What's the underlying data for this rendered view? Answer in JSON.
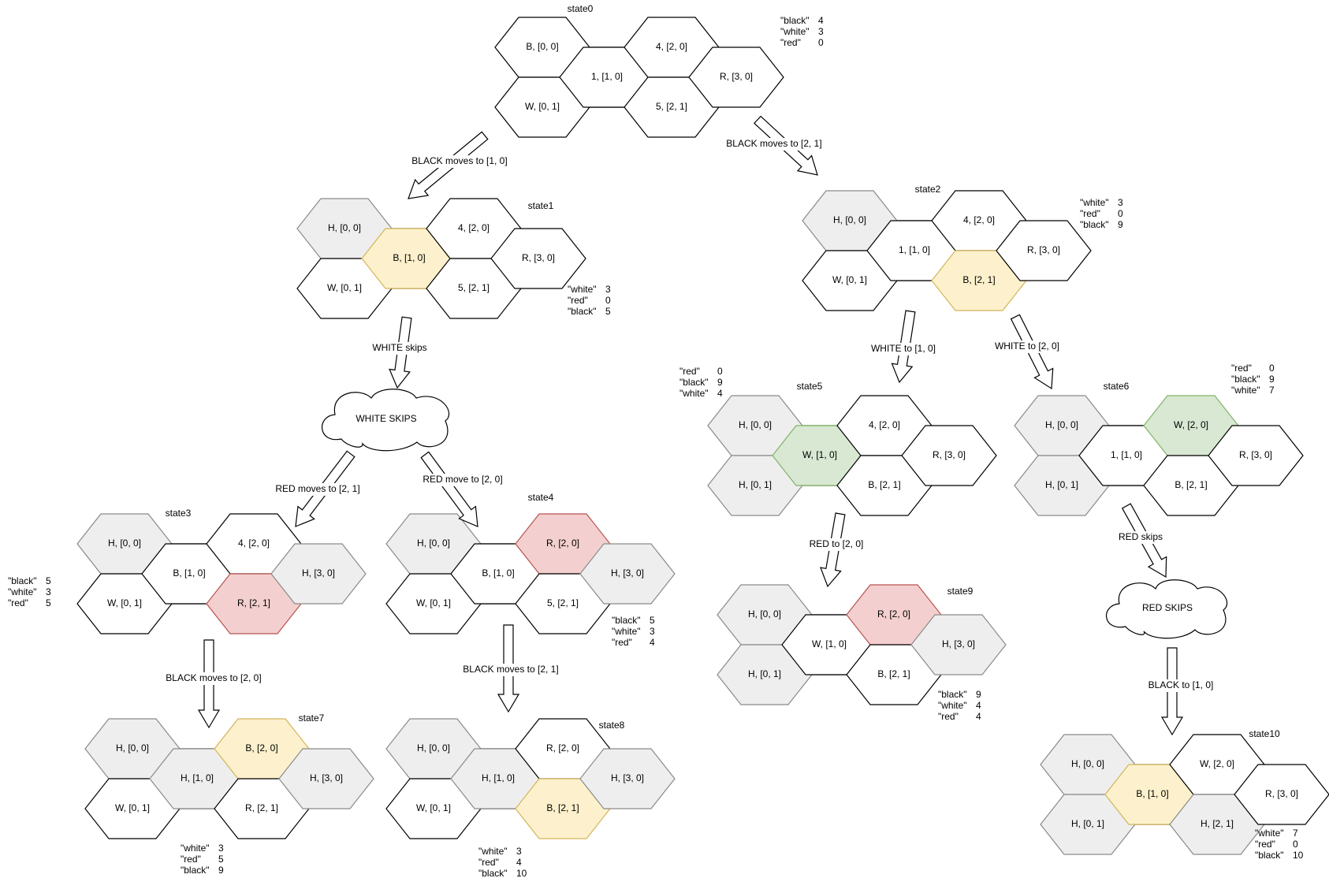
{
  "states": [
    {
      "id": "state0",
      "title": "state0",
      "hexes": [
        {
          "col": 0,
          "row": 0,
          "text": "B, [0, 0]",
          "color": "none"
        },
        {
          "col": 0,
          "row": 1,
          "text": "W, [0, 1]",
          "color": "none"
        },
        {
          "col": 1,
          "row": 0,
          "text": "1, [1, 0]",
          "color": "none"
        },
        {
          "col": 2,
          "row": 0,
          "text": "4, [2, 0]",
          "color": "none"
        },
        {
          "col": 2,
          "row": 1,
          "text": "5, [2, 1]",
          "color": "none"
        },
        {
          "col": 3,
          "row": 0,
          "text": "R, [3, 0]",
          "color": "none"
        }
      ],
      "scores": [
        {
          "key": "\"black\"",
          "val": "4"
        },
        {
          "key": "\"white\"",
          "val": "3"
        },
        {
          "key": "\"red\"",
          "val": "0"
        }
      ]
    },
    {
      "id": "state1",
      "title": "state1",
      "hexes": [
        {
          "col": 0,
          "row": 0,
          "text": "H, [0, 0]",
          "color": "gray"
        },
        {
          "col": 0,
          "row": 1,
          "text": "W, [0, 1]",
          "color": "none"
        },
        {
          "col": 1,
          "row": 0,
          "text": "B, [1, 0]",
          "color": "yellow"
        },
        {
          "col": 2,
          "row": 0,
          "text": "4, [2, 0]",
          "color": "none"
        },
        {
          "col": 2,
          "row": 1,
          "text": "5, [2, 1]",
          "color": "none"
        },
        {
          "col": 3,
          "row": 0,
          "text": "R, [3, 0]",
          "color": "none"
        }
      ],
      "scores": [
        {
          "key": "\"white\"",
          "val": "3"
        },
        {
          "key": "\"red\"",
          "val": "0"
        },
        {
          "key": "\"black\"",
          "val": "5"
        }
      ]
    },
    {
      "id": "state2",
      "title": "state2",
      "hexes": [
        {
          "col": 0,
          "row": 0,
          "text": "H, [0, 0]",
          "color": "gray"
        },
        {
          "col": 0,
          "row": 1,
          "text": "W, [0, 1]",
          "color": "none"
        },
        {
          "col": 1,
          "row": 0,
          "text": "1, [1, 0]",
          "color": "none"
        },
        {
          "col": 2,
          "row": 0,
          "text": "4, [2, 0]",
          "color": "none"
        },
        {
          "col": 2,
          "row": 1,
          "text": "B, [2, 1]",
          "color": "yellow"
        },
        {
          "col": 3,
          "row": 0,
          "text": "R, [3, 0]",
          "color": "none"
        }
      ],
      "scores": [
        {
          "key": "\"white\"",
          "val": "3"
        },
        {
          "key": "\"red\"",
          "val": "0"
        },
        {
          "key": "\"black\"",
          "val": "9"
        }
      ]
    },
    {
      "id": "state3",
      "title": "state3",
      "hexes": [
        {
          "col": 0,
          "row": 0,
          "text": "H, [0, 0]",
          "color": "gray"
        },
        {
          "col": 0,
          "row": 1,
          "text": "W, [0, 1]",
          "color": "none"
        },
        {
          "col": 1,
          "row": 0,
          "text": "B, [1, 0]",
          "color": "none"
        },
        {
          "col": 2,
          "row": 0,
          "text": "4, [2, 0]",
          "color": "none"
        },
        {
          "col": 2,
          "row": 1,
          "text": "R, [2, 1]",
          "color": "red"
        },
        {
          "col": 3,
          "row": 0,
          "text": "H, [3, 0]",
          "color": "gray"
        }
      ],
      "scores": [
        {
          "key": "\"black\"",
          "val": "5"
        },
        {
          "key": "\"white\"",
          "val": "3"
        },
        {
          "key": "\"red\"",
          "val": "5"
        }
      ]
    },
    {
      "id": "state4",
      "title": "state4",
      "hexes": [
        {
          "col": 0,
          "row": 0,
          "text": "H, [0, 0]",
          "color": "gray"
        },
        {
          "col": 0,
          "row": 1,
          "text": "W, [0, 1]",
          "color": "none"
        },
        {
          "col": 1,
          "row": 0,
          "text": "B, [1, 0]",
          "color": "none"
        },
        {
          "col": 2,
          "row": 0,
          "text": "R, [2, 0]",
          "color": "red"
        },
        {
          "col": 2,
          "row": 1,
          "text": "5, [2, 1]",
          "color": "none"
        },
        {
          "col": 3,
          "row": 0,
          "text": "H, [3, 0]",
          "color": "gray"
        }
      ],
      "scores": [
        {
          "key": "\"black\"",
          "val": "5"
        },
        {
          "key": "\"white\"",
          "val": "3"
        },
        {
          "key": "\"red\"",
          "val": "4"
        }
      ]
    },
    {
      "id": "state5",
      "title": "state5",
      "hexes": [
        {
          "col": 0,
          "row": 0,
          "text": "H, [0, 0]",
          "color": "gray"
        },
        {
          "col": 0,
          "row": 1,
          "text": "H, [0, 1]",
          "color": "gray"
        },
        {
          "col": 1,
          "row": 0,
          "text": "W, [1, 0]",
          "color": "green"
        },
        {
          "col": 2,
          "row": 0,
          "text": "4, [2, 0]",
          "color": "none"
        },
        {
          "col": 2,
          "row": 1,
          "text": "B, [2, 1]",
          "color": "none"
        },
        {
          "col": 3,
          "row": 0,
          "text": "R, [3, 0]",
          "color": "none"
        }
      ],
      "scores": [
        {
          "key": "\"red\"",
          "val": "0"
        },
        {
          "key": "\"black\"",
          "val": "9"
        },
        {
          "key": "\"white\"",
          "val": "4"
        }
      ]
    },
    {
      "id": "state6",
      "title": "state6",
      "hexes": [
        {
          "col": 0,
          "row": 0,
          "text": "H, [0, 0]",
          "color": "gray"
        },
        {
          "col": 0,
          "row": 1,
          "text": "H, [0, 1]",
          "color": "gray"
        },
        {
          "col": 1,
          "row": 0,
          "text": "1, [1, 0]",
          "color": "none"
        },
        {
          "col": 2,
          "row": 0,
          "text": "W, [2, 0]",
          "color": "green"
        },
        {
          "col": 2,
          "row": 1,
          "text": "B, [2, 1]",
          "color": "none"
        },
        {
          "col": 3,
          "row": 0,
          "text": "R, [3, 0]",
          "color": "none"
        }
      ],
      "scores": [
        {
          "key": "\"red\"",
          "val": "0"
        },
        {
          "key": "\"black\"",
          "val": "9"
        },
        {
          "key": "\"white\"",
          "val": "7"
        }
      ]
    },
    {
      "id": "state7",
      "title": "state7",
      "hexes": [
        {
          "col": 0,
          "row": 0,
          "text": "H, [0, 0]",
          "color": "gray"
        },
        {
          "col": 0,
          "row": 1,
          "text": "W, [0, 1]",
          "color": "none"
        },
        {
          "col": 1,
          "row": 0,
          "text": "H, [1, 0]",
          "color": "gray"
        },
        {
          "col": 2,
          "row": 0,
          "text": "B, [2, 0]",
          "color": "yellow"
        },
        {
          "col": 2,
          "row": 1,
          "text": "R, [2, 1]",
          "color": "none"
        },
        {
          "col": 3,
          "row": 0,
          "text": "H, [3, 0]",
          "color": "gray"
        }
      ],
      "scores": [
        {
          "key": "\"white\"",
          "val": "3"
        },
        {
          "key": "\"red\"",
          "val": "5"
        },
        {
          "key": "\"black\"",
          "val": "9"
        }
      ]
    },
    {
      "id": "state8",
      "title": "state8",
      "hexes": [
        {
          "col": 0,
          "row": 0,
          "text": "H, [0, 0]",
          "color": "gray"
        },
        {
          "col": 0,
          "row": 1,
          "text": "W, [0, 1]",
          "color": "none"
        },
        {
          "col": 1,
          "row": 0,
          "text": "H, [1, 0]",
          "color": "gray"
        },
        {
          "col": 2,
          "row": 0,
          "text": "R, [2, 0]",
          "color": "none"
        },
        {
          "col": 2,
          "row": 1,
          "text": "B, [2, 1]",
          "color": "yellow"
        },
        {
          "col": 3,
          "row": 0,
          "text": "H, [3, 0]",
          "color": "gray"
        }
      ],
      "scores": [
        {
          "key": "\"white\"",
          "val": "3"
        },
        {
          "key": "\"red\"",
          "val": "4"
        },
        {
          "key": "\"black\"",
          "val": "10"
        }
      ]
    },
    {
      "id": "state9",
      "title": "state9",
      "hexes": [
        {
          "col": 0,
          "row": 0,
          "text": "H, [0, 0]",
          "color": "gray"
        },
        {
          "col": 0,
          "row": 1,
          "text": "H, [0, 1]",
          "color": "gray"
        },
        {
          "col": 1,
          "row": 0,
          "text": "W, [1, 0]",
          "color": "none"
        },
        {
          "col": 2,
          "row": 0,
          "text": "R, [2, 0]",
          "color": "red"
        },
        {
          "col": 2,
          "row": 1,
          "text": "B, [2, 1]",
          "color": "none"
        },
        {
          "col": 3,
          "row": 0,
          "text": "H, [3, 0]",
          "color": "gray"
        }
      ],
      "scores": [
        {
          "key": "\"black\"",
          "val": "9"
        },
        {
          "key": "\"white\"",
          "val": "4"
        },
        {
          "key": "\"red\"",
          "val": "4"
        }
      ]
    },
    {
      "id": "state10",
      "title": "state10",
      "hexes": [
        {
          "col": 0,
          "row": 0,
          "text": "H, [0, 0]",
          "color": "gray"
        },
        {
          "col": 0,
          "row": 1,
          "text": "H, [0, 1]",
          "color": "gray"
        },
        {
          "col": 1,
          "row": 0,
          "text": "B, [1, 0]",
          "color": "yellow"
        },
        {
          "col": 2,
          "row": 0,
          "text": "W, [2, 0]",
          "color": "none"
        },
        {
          "col": 2,
          "row": 1,
          "text": "H, [2, 1]",
          "color": "gray"
        },
        {
          "col": 3,
          "row": 0,
          "text": "R, [3, 0]",
          "color": "none"
        }
      ],
      "scores": [
        {
          "key": "\"white\"",
          "val": "7"
        },
        {
          "key": "\"red\"",
          "val": "0"
        },
        {
          "key": "\"black\"",
          "val": "10"
        }
      ]
    }
  ],
  "transitions": [
    {
      "id": "t0-1",
      "label": "BLACK moves to [1, 0]"
    },
    {
      "id": "t0-2",
      "label": "BLACK moves to [2, 1]"
    },
    {
      "id": "t1-skip",
      "label": "WHITE skips"
    },
    {
      "id": "t2-5",
      "label": "WHITE to [1, 0]"
    },
    {
      "id": "t2-6",
      "label": "WHITE to [2, 0]"
    },
    {
      "id": "tskip-3",
      "label": "RED moves to [2, 1]"
    },
    {
      "id": "tskip-4",
      "label": "RED move to [2, 0]"
    },
    {
      "id": "t3-7",
      "label": "BLACK moves to [2, 0]"
    },
    {
      "id": "t4-8",
      "label": "BLACK moves to [2, 1]"
    },
    {
      "id": "t5-9",
      "label": "RED to [2, 0]"
    },
    {
      "id": "t6-skip",
      "label": "RED skips"
    },
    {
      "id": "tskip-10",
      "label": "BLACK to [1, 0]"
    }
  ],
  "events": [
    {
      "id": "white-skips",
      "text": "WHITE SKIPS"
    },
    {
      "id": "red-skips",
      "text": "RED SKIPS"
    }
  ],
  "colors": {
    "none": "#ffffff",
    "gray": "#eeeeee",
    "yellow": "#fcf1cc",
    "red": "#f3d0cf",
    "green": "#d8e8d3",
    "stroke": "#000000"
  }
}
